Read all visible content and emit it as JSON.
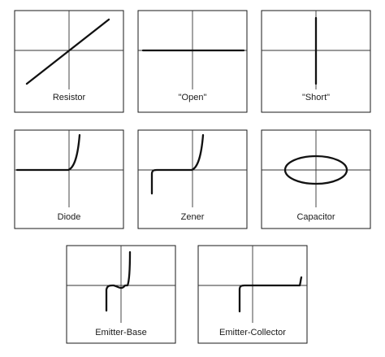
{
  "panels": [
    {
      "id": "resistor",
      "label": "Resistor",
      "icon": "resistor-curve-icon"
    },
    {
      "id": "open",
      "label": "\"Open\"",
      "icon": "open-curve-icon"
    },
    {
      "id": "short",
      "label": "\"Short\"",
      "icon": "short-curve-icon"
    },
    {
      "id": "diode",
      "label": "Diode",
      "icon": "diode-curve-icon"
    },
    {
      "id": "zener",
      "label": "Zener",
      "icon": "zener-curve-icon"
    },
    {
      "id": "capacitor",
      "label": "Capacitor",
      "icon": "capacitor-curve-icon"
    },
    {
      "id": "emitter-base",
      "label": "Emitter-Base",
      "icon": "emitter-base-curve-icon"
    },
    {
      "id": "emitter-collector",
      "label": "Emitter-Collector",
      "icon": "emitter-collector-curve-icon"
    }
  ],
  "colors": {
    "stroke": "#111111",
    "frame": "#1a1a1a",
    "background": "#ffffff"
  }
}
